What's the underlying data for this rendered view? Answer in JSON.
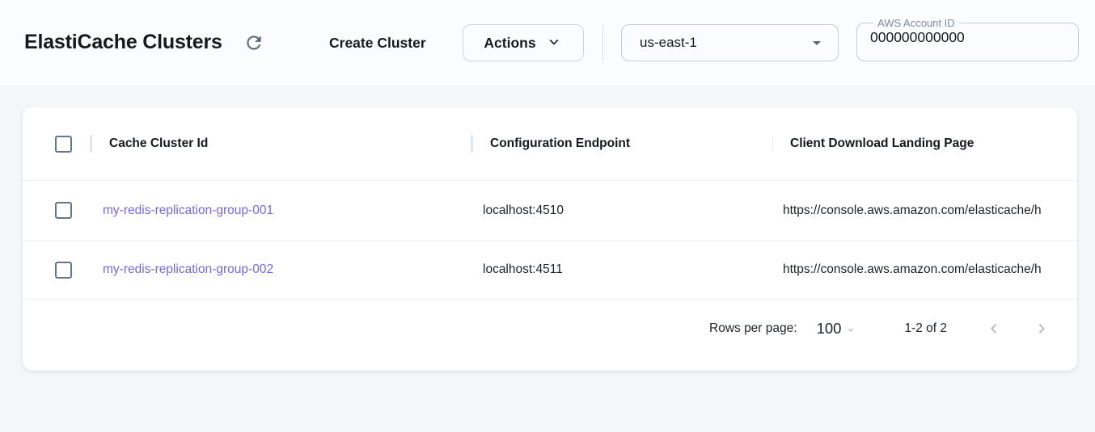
{
  "topbar": {
    "title": "ElastiCache Clusters",
    "create_cluster_label": "Create Cluster",
    "actions_label": "Actions",
    "region": "us-east-1",
    "account_label": "AWS Account ID",
    "account_value": "000000000000"
  },
  "table": {
    "columns": {
      "cache_cluster_id": "Cache Cluster Id",
      "configuration_endpoint": "Configuration Endpoint",
      "client_download_landing_page": "Client Download Landing Page"
    },
    "rows": [
      {
        "cache_cluster_id": "my-redis-replication-group-001",
        "configuration_endpoint": "localhost:4510",
        "client_download_landing_page": "https://console.aws.amazon.com/elasticache/h"
      },
      {
        "cache_cluster_id": "my-redis-replication-group-002",
        "configuration_endpoint": "localhost:4511",
        "client_download_landing_page": "https://console.aws.amazon.com/elasticache/h"
      }
    ]
  },
  "pagination": {
    "rows_per_page_label": "Rows per page:",
    "rows_per_page_value": "100",
    "range_label": "1-2 of 2"
  },
  "icons": {
    "refresh": "refresh-icon",
    "actions_chevron": "chevron-down-icon",
    "region_caret": "dropdown-caret-icon",
    "page_size_caret": "dropdown-caret-icon",
    "prev": "chevron-left-icon",
    "next": "chevron-right-icon"
  },
  "colors": {
    "link": "#7568e0",
    "icon_gray": "#5d6b7a",
    "checkbox_border": "#65768a",
    "disabled_pager": "#b8bcc2",
    "topbar_bg": "#fbfcfd",
    "page_bg": "#f5f6f8"
  }
}
